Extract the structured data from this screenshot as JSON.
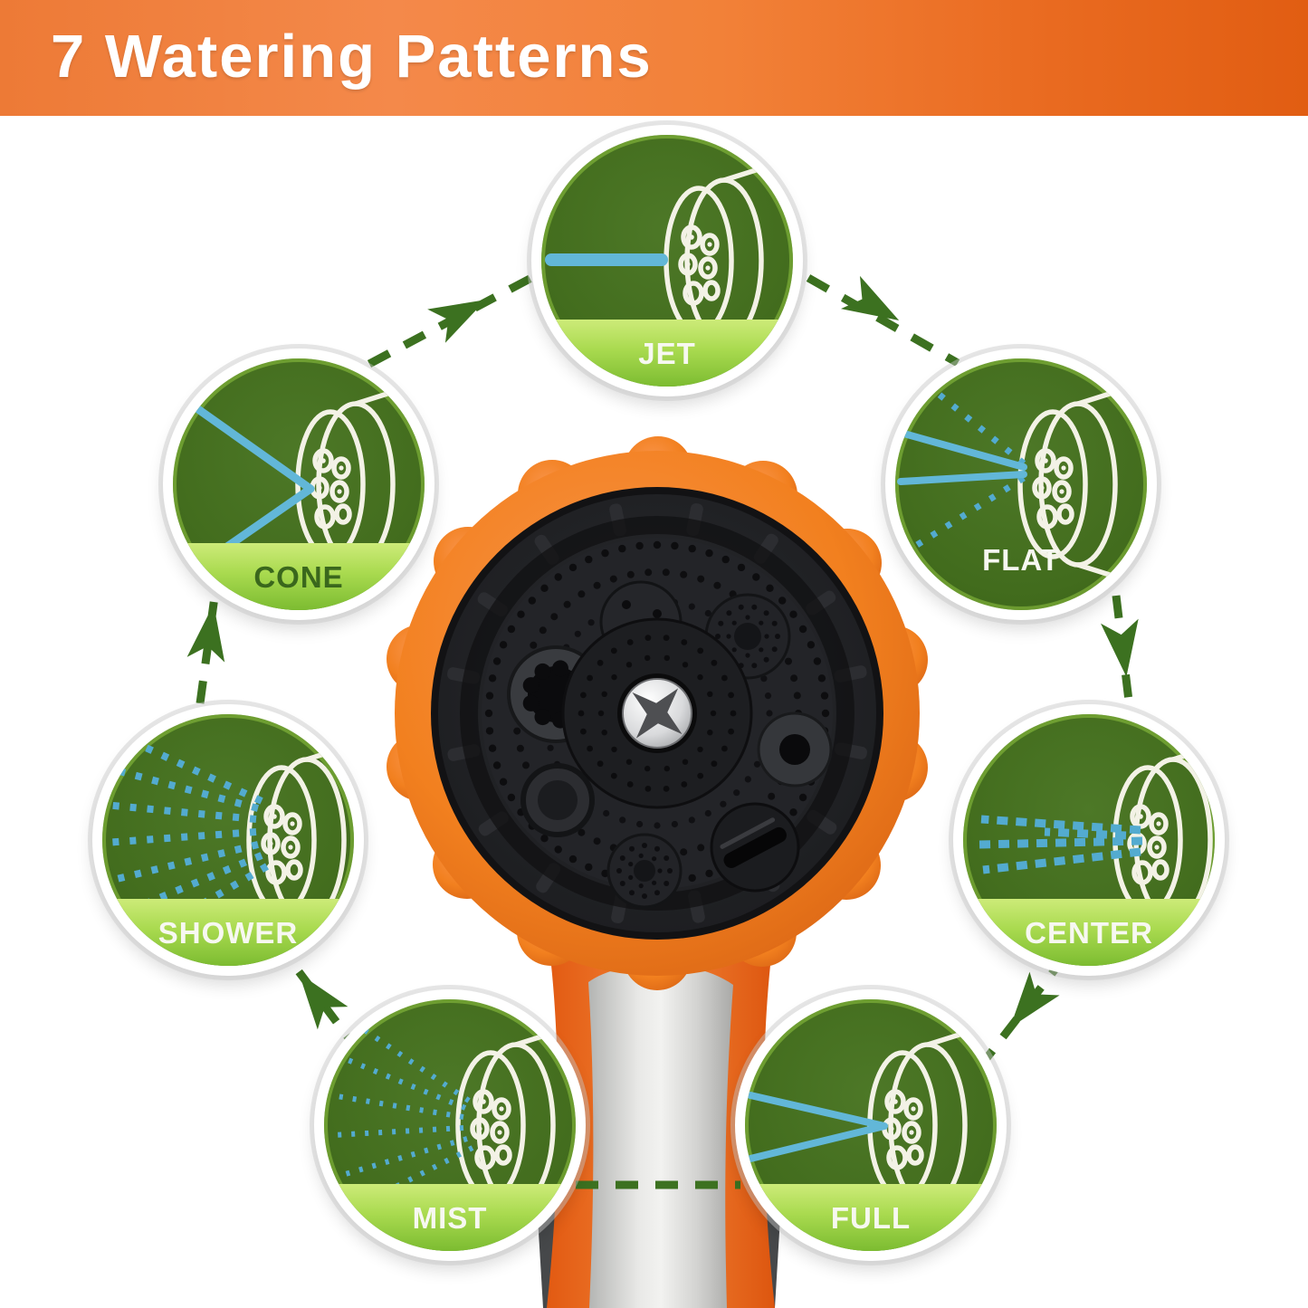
{
  "banner": {
    "title": "7 Watering Patterns"
  },
  "patterns": [
    {
      "id": "jet",
      "label": "JET"
    },
    {
      "id": "flat",
      "label": "FLAT"
    },
    {
      "id": "center",
      "label": "CENTER"
    },
    {
      "id": "full",
      "label": "FULL"
    },
    {
      "id": "mist",
      "label": "MIST"
    },
    {
      "id": "shower",
      "label": "SHOWER"
    },
    {
      "id": "cone",
      "label": "CONE"
    }
  ],
  "colors": {
    "banner_orange": "#ee7a33",
    "circle_green": "#446e1e",
    "band_green": "#8cc63f",
    "spray_blue": "#62b7d8",
    "arrow_green": "#3c7120",
    "product_orange": "#f07a2e"
  }
}
